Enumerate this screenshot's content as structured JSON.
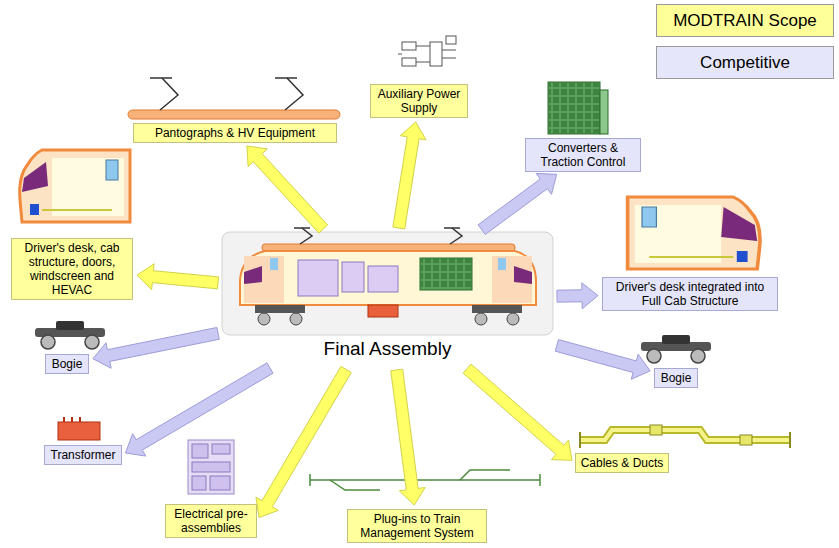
{
  "diagram": {
    "nodes": [
      {
        "text": [
          "Auxiliary Power Supply"
        ]
      },
      {
        "text": [
          "Pantographs & HV Equipment"
        ]
      },
      {
        "text": [
          "Converters & Traction Control"
        ]
      },
      {
        "text": [
          "Driver's desk, cab structure, doors, windscreen and HEVAC"
        ]
      },
      {
        "text": [
          "Final Assembly"
        ]
      },
      {
        "text": [
          "Driver's desk integrated into Full Cab Structure"
        ]
      },
      {
        "text": [
          "Bogie"
        ]
      },
      {
        "text": [
          "Bogie"
        ]
      },
      {
        "text": [
          "Transformer"
        ]
      },
      {
        "text": [
          "Cables & Ducts"
        ]
      },
      {
        "text": [
          "Electrical pre-assemblies"
        ]
      },
      {
        "text": [
          "Plug-ins to Train Management System"
        ]
      }
    ],
    "edges": [
      {
        "from": 4,
        "to": 0,
        "arrow": "to"
      },
      {
        "from": 4,
        "to": 1,
        "arrow": "to"
      },
      {
        "from": 4,
        "to": 2,
        "arrow": "to"
      },
      {
        "from": 4,
        "to": 3,
        "arrow": "to"
      },
      {
        "from": 4,
        "to": 5,
        "arrow": "to"
      },
      {
        "from": 4,
        "to": 6,
        "arrow": "to"
      },
      {
        "from": 4,
        "to": 7,
        "arrow": "to"
      },
      {
        "from": 4,
        "to": 8,
        "arrow": "to"
      },
      {
        "from": 4,
        "to": 9,
        "arrow": "to"
      },
      {
        "from": 4,
        "to": 10,
        "arrow": "to"
      },
      {
        "from": 4,
        "to": 11,
        "arrow": "to"
      }
    ],
    "legend": [
      {
        "text": "MODTRAIN Scope",
        "color": "#ffff99"
      },
      {
        "text": "Competitive",
        "color": "#e6e6fa"
      }
    ]
  }
}
